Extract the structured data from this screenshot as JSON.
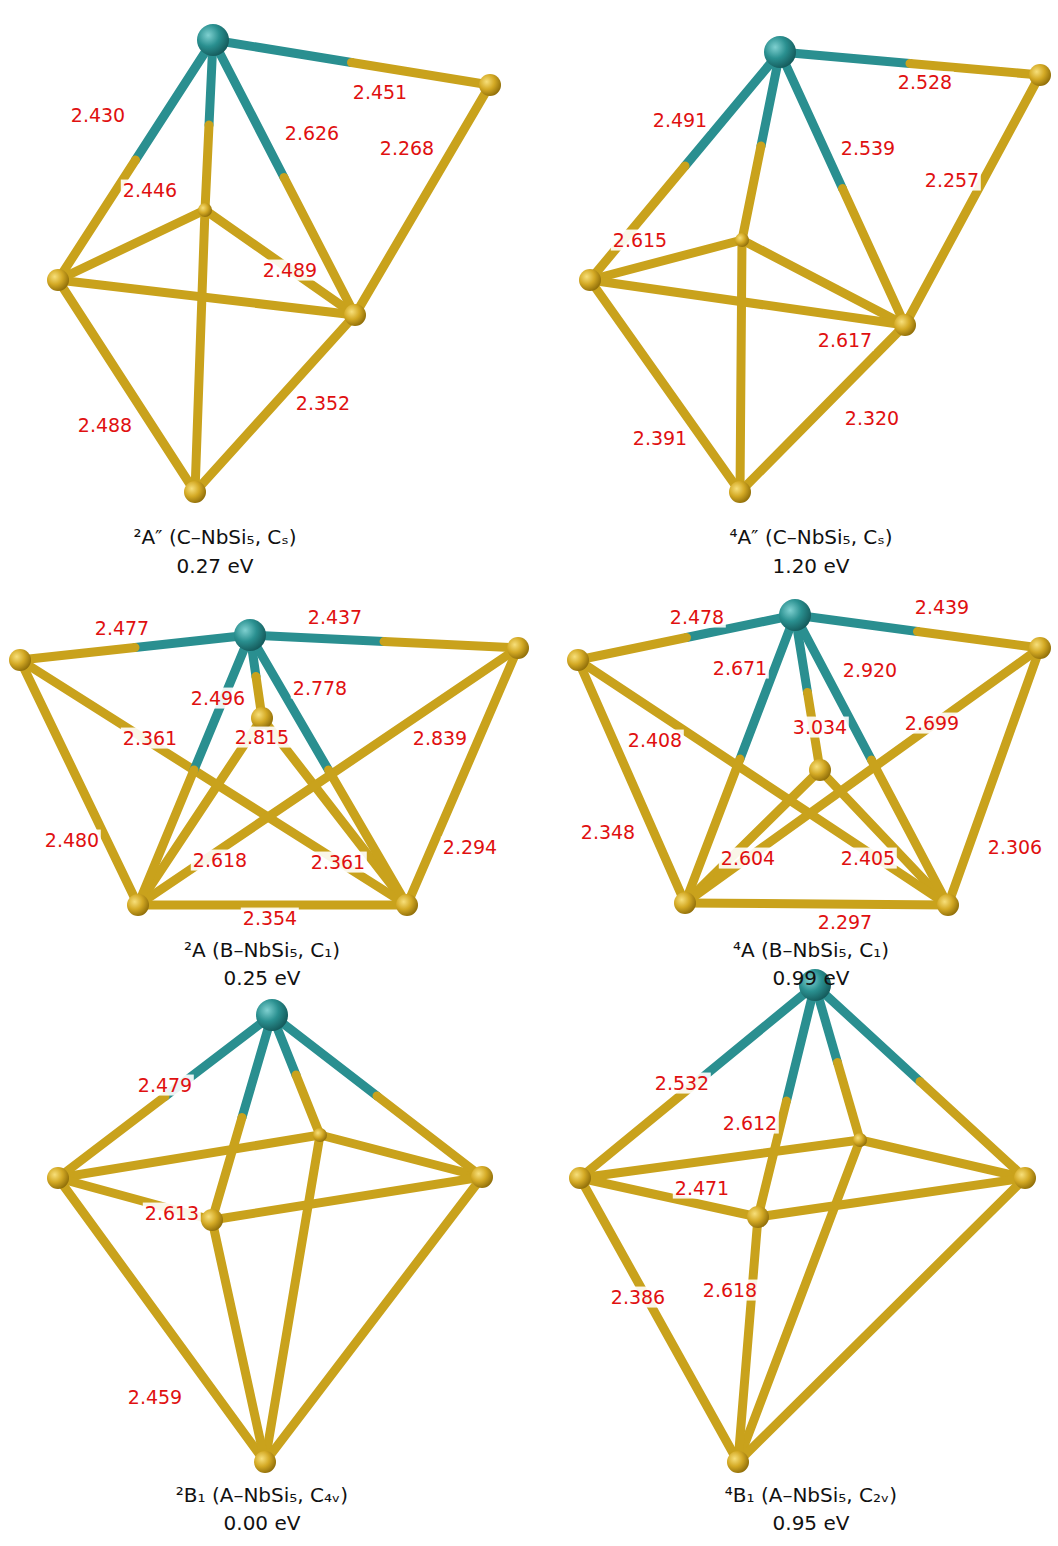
{
  "diagram": {
    "labels": [
      "2.430",
      "2.451",
      "2.626",
      "2.268",
      "2.446",
      "2.489",
      "2.488",
      "2.352",
      "²A″ (C–NbSi₅, Cₛ)",
      "0.27 eV",
      "2.491",
      "2.528",
      "2.539",
      "2.257",
      "2.615",
      "2.617",
      "2.391",
      "2.320",
      "⁴A″ (C–NbSi₅, Cₛ)",
      "1.20 eV",
      "2.477",
      "2.437",
      "2.496",
      "2.778",
      "2.815",
      "2.361",
      "2.839",
      "2.480",
      "2.618",
      "2.361",
      "2.294",
      "2.354",
      "²A (B–NbSi₅, C₁)",
      "0.25 eV",
      "2.478",
      "2.439",
      "2.671",
      "2.920",
      "3.034",
      "2.699",
      "2.408",
      "2.348",
      "2.306",
      "2.604",
      "2.405",
      "2.297",
      "⁴A (B–NbSi₅, C₁)",
      "0.99 eV",
      "2.479",
      "2.613",
      "2.459",
      "²B₁ (A–NbSi₅, C₄ᵥ)",
      "0.00 eV",
      "2.532",
      "2.612",
      "2.471",
      "2.386",
      "2.618",
      "⁴B₁ (A–NbSi₅, C₂ᵥ)",
      "0.95 eV"
    ]
  }
}
